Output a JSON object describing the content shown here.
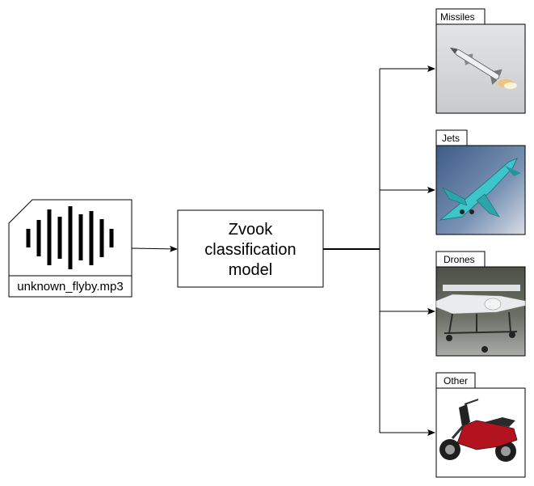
{
  "input_file": {
    "name": "unknown_flyby.mp3",
    "icon": "audio-waveform-icon"
  },
  "model": {
    "lines": [
      "Zvook",
      "classification",
      "model"
    ]
  },
  "classes": [
    {
      "label": "Missiles",
      "image": "missile-photo"
    },
    {
      "label": "Jets",
      "image": "jet-photo"
    },
    {
      "label": "Drones",
      "image": "drone-photo"
    },
    {
      "label": "Other",
      "image": "motorcycle-photo"
    }
  ],
  "colors": {
    "stroke": "#000000",
    "background": "#ffffff"
  }
}
